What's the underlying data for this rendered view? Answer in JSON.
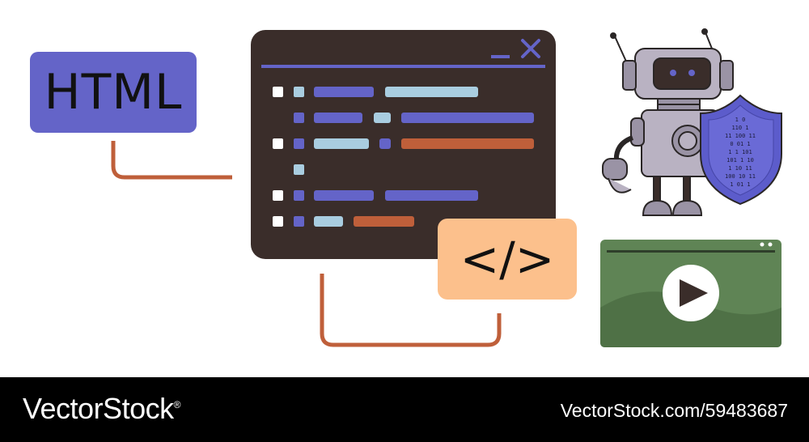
{
  "html_badge": {
    "label": "HTML"
  },
  "code_badge": {
    "label": "</>"
  },
  "shield": {
    "binary_rows": [
      "1 0",
      "110 1",
      "11 100 11",
      "0 01 1",
      "1 1 101",
      "101 1 10",
      "1 10 11",
      "100 10 11",
      "1 01 1"
    ]
  },
  "footer": {
    "logo": "VectorStock",
    "logo_suffix": "®",
    "url": "VectorStock.com/59483687"
  },
  "colors": {
    "window_bg": "#3a2d2a",
    "accent_purple": "#6464c8",
    "accent_light_blue": "#a9cde0",
    "accent_orange": "#bf5f3a",
    "code_badge": "#fcc08c",
    "video_green": "#5f8455"
  }
}
